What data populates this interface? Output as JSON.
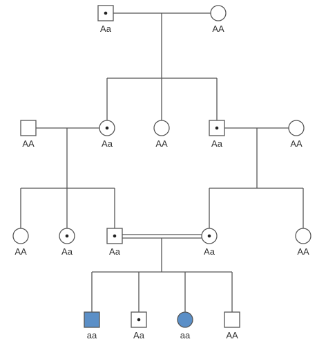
{
  "individuals": [
    {
      "id": "g1-male",
      "sex": "male",
      "genotype": "Aa",
      "carrier": true,
      "affected": false
    },
    {
      "id": "g1-female",
      "sex": "female",
      "genotype": "AA",
      "carrier": false,
      "affected": false
    },
    {
      "id": "g2-spouse-left",
      "sex": "male",
      "genotype": "AA",
      "carrier": false,
      "affected": false
    },
    {
      "id": "g2-daughter-1",
      "sex": "female",
      "genotype": "Aa",
      "carrier": true,
      "affected": false
    },
    {
      "id": "g2-daughter-2",
      "sex": "female",
      "genotype": "AA",
      "carrier": false,
      "affected": false
    },
    {
      "id": "g2-son",
      "sex": "male",
      "genotype": "Aa",
      "carrier": true,
      "affected": false
    },
    {
      "id": "g2-spouse-right",
      "sex": "female",
      "genotype": "AA",
      "carrier": false,
      "affected": false
    },
    {
      "id": "g3-left-daughter-1",
      "sex": "female",
      "genotype": "AA",
      "carrier": false,
      "affected": false
    },
    {
      "id": "g3-left-daughter-2",
      "sex": "female",
      "genotype": "Aa",
      "carrier": true,
      "affected": false
    },
    {
      "id": "g3-left-son",
      "sex": "male",
      "genotype": "Aa",
      "carrier": true,
      "affected": false
    },
    {
      "id": "g3-right-daughter-1",
      "sex": "female",
      "genotype": "Aa",
      "carrier": true,
      "affected": false
    },
    {
      "id": "g3-right-daughter-2",
      "sex": "female",
      "genotype": "AA",
      "carrier": false,
      "affected": false
    },
    {
      "id": "g4-son-1",
      "sex": "male",
      "genotype": "aa",
      "carrier": false,
      "affected": true
    },
    {
      "id": "g4-son-2",
      "sex": "male",
      "genotype": "Aa",
      "carrier": true,
      "affected": false
    },
    {
      "id": "g4-daughter",
      "sex": "female",
      "genotype": "aa",
      "carrier": false,
      "affected": true
    },
    {
      "id": "g4-son-3",
      "sex": "male",
      "genotype": "AA",
      "carrier": false,
      "affected": false
    }
  ],
  "colors": {
    "affected_fill": "#5b8fc7",
    "line": "#555555",
    "carrier_dot": "#222222"
  }
}
